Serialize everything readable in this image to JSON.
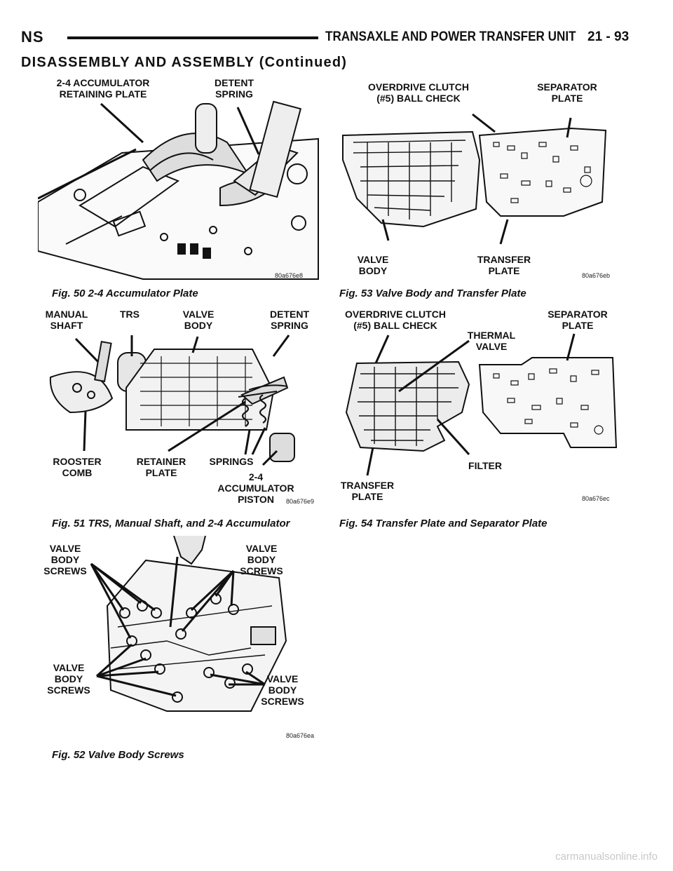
{
  "header": {
    "left": "NS",
    "title": "TRANSAXLE AND POWER TRANSFER UNIT",
    "page": "21 - 93"
  },
  "section_title": "DISASSEMBLY AND ASSEMBLY (Continued)",
  "figures": {
    "fig50": {
      "caption": "Fig. 50 2-4 Accumulator Plate",
      "code": "80a676e8",
      "labels": {
        "accumulator_plate": "2-4 ACCUMULATOR\nRETAINING PLATE",
        "detent_spring": "DETENT\nSPRING"
      }
    },
    "fig51": {
      "caption": "Fig. 51 TRS, Manual Shaft, and 2-4 Accumulator",
      "code": "80a676e9",
      "labels": {
        "manual_shaft": "MANUAL\nSHAFT",
        "trs": "TRS",
        "valve_body": "VALVE\nBODY",
        "detent_spring": "DETENT\nSPRING",
        "rooster_comb": "ROOSTER\nCOMB",
        "retainer_plate": "RETAINER\nPLATE",
        "springs": "SPRINGS",
        "accumulator_piston": "2-4\nACCUMULATOR\nPISTON"
      }
    },
    "fig52": {
      "caption": "Fig. 52 Valve Body Screws",
      "code": "80a676ea",
      "labels": {
        "tl": "VALVE\nBODY\nSCREWS",
        "tr": "VALVE\nBODY\nSCREWS",
        "bl": "VALVE\nBODY\nSCREWS",
        "br": "VALVE\nBODY\nSCREWS"
      }
    },
    "fig53": {
      "caption": "Fig. 53 Valve Body and Transfer Plate",
      "code": "80a676eb",
      "labels": {
        "overdrive": "OVERDRIVE CLUTCH\n(#5) BALL CHECK",
        "separator": "SEPARATOR\nPLATE",
        "valve_body": "VALVE\nBODY",
        "transfer": "TRANSFER\nPLATE"
      }
    },
    "fig54": {
      "caption": "Fig. 54 Transfer Plate and Separator Plate",
      "code": "80a676ec",
      "labels": {
        "overdrive": "OVERDRIVE CLUTCH\n(#5) BALL CHECK",
        "thermal": "THERMAL\nVALVE",
        "separator": "SEPARATOR\nPLATE",
        "filter": "FILTER",
        "transfer": "TRANSFER\nPLATE"
      }
    }
  },
  "watermark": "carmanualsonline.info"
}
